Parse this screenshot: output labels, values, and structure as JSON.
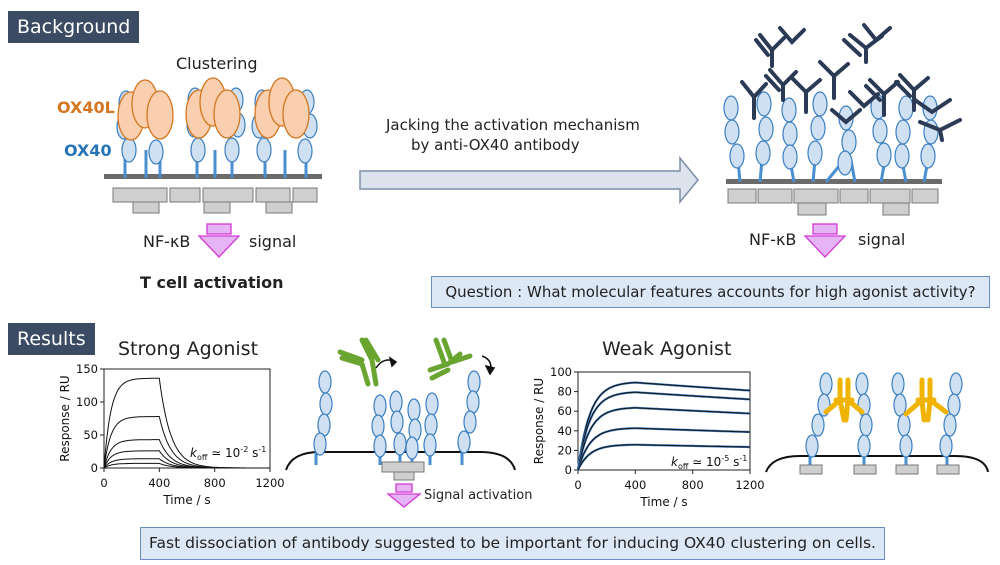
{
  "sections": {
    "background_label": "Background",
    "results_label": "Results"
  },
  "background": {
    "clustering_label": "Clustering",
    "ox40l_label": "OX40L",
    "ox40_label": "OX40",
    "nfkb_left": "NF-κB",
    "signal_left": "signal",
    "tcell_label": "T cell activation",
    "mechanism_line1": "Jacking the activation mechanism",
    "mechanism_line2": "by anti-OX40 antibody",
    "nfkb_right": "NF-κB",
    "signal_right": "signal",
    "question": "Question : What molecular features accounts for high agonist activity?"
  },
  "results": {
    "strong_title": "Strong Agonist",
    "weak_title": "Weak Agonist",
    "signal_activation": "Signal activation",
    "conclusion": "Fast dissociation of antibody suggested to be important for inducing OX40 clustering on cells."
  },
  "colors": {
    "section_tag": "#3b4b63",
    "ox40l_orange": "#d4761f",
    "ox40_blue": "#2673b8",
    "domain_fill": "#cfe0f3",
    "antibody_dark": "#2b3a55",
    "antibody_green": "#6aa532",
    "antibody_yellow": "#f0b400",
    "signal_arrow": "#e23ce6",
    "callout_fill": "#dde8f6"
  },
  "chart_data": [
    {
      "type": "line",
      "title": "Strong Agonist",
      "xlabel": "Time / s",
      "ylabel": "Response / RU",
      "xlim": [
        0,
        1200
      ],
      "ylim": [
        0,
        150
      ],
      "xticks": [
        0,
        400,
        800,
        1200
      ],
      "yticks": [
        0,
        50,
        100,
        150
      ],
      "annotation": "k_off ≃ 10^-2 s^-1",
      "association_end": 400,
      "series_plateaus": [
        136,
        78,
        43,
        26,
        14,
        7
      ]
    },
    {
      "type": "line",
      "title": "Weak Agonist",
      "xlabel": "Time / s",
      "ylabel": "Response / RU",
      "xlim": [
        0,
        1200
      ],
      "ylim": [
        0,
        100
      ],
      "xticks": [
        0,
        400,
        800,
        1200
      ],
      "yticks": [
        0,
        20,
        40,
        60,
        80,
        100
      ],
      "annotation": "k_off ≃ 10^-5 s^-1",
      "association_end": 400,
      "series_plateaus": [
        90,
        80,
        64,
        43,
        26
      ]
    }
  ]
}
